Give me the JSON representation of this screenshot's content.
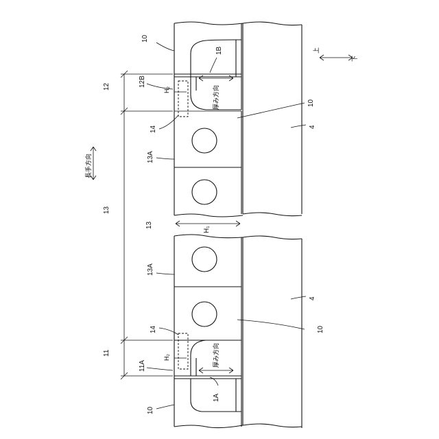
{
  "labels": {
    "ref_10_top": "10",
    "ref_1b": "1B",
    "ref_up": "上",
    "ref_down": "下",
    "ref_12": "12",
    "ref_12b": "12B",
    "ref_h2_top": "H₂",
    "ref_thickness_top": "厚み方向",
    "ref_10_right": "10",
    "ref_4_top": "4",
    "ref_14_top": "14",
    "ref_13a_top": "13A",
    "ref_longitudinal": "長手方向",
    "ref_13_left": "13",
    "ref_13_mid": "13",
    "ref_h1": "H₁",
    "ref_13a_bottom": "13A",
    "ref_4_bottom": "4",
    "ref_10_bottom_right": "10",
    "ref_14_bottom": "14",
    "ref_11": "11",
    "ref_11a": "11A",
    "ref_h2_bottom": "H₂",
    "ref_thickness_bottom": "厚み方向",
    "ref_1a": "1A",
    "ref_10_bottom": "10"
  }
}
